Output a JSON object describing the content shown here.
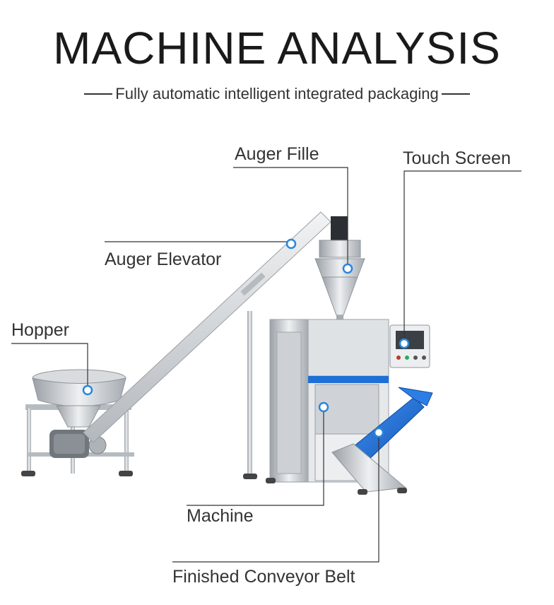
{
  "title": "MACHINE ANALYSIS",
  "subtitle": "Fully automatic intelligent integrated packaging",
  "callouts": {
    "auger_filler": "Auger Fille",
    "touch_screen": "Touch Screen",
    "auger_elevator": "Auger Elevator",
    "hopper": "Hopper",
    "machine": "Machine",
    "conveyor": "Finished Conveyor Belt"
  },
  "colors": {
    "belt_blue": "#1e6fd6",
    "marker_blue": "#2a86d9",
    "steel": "#c8ccd0"
  }
}
